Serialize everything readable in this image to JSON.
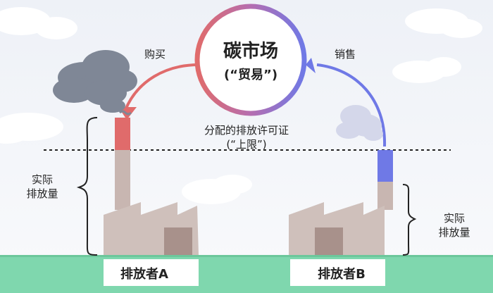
{
  "market": {
    "title": "碳市场",
    "subtitle": "(“贸易”)"
  },
  "arrows": {
    "buy": "购买",
    "sell": "销售"
  },
  "permit": {
    "line1": "分配的排放许可证",
    "line2": "(“上限”)"
  },
  "left_emissions": {
    "line1": "实际",
    "line2": "排放量"
  },
  "right_emissions": {
    "line1": "实际",
    "line2": "排放量"
  },
  "emitters": {
    "a": "排放者A",
    "b": "排放者B"
  },
  "colors": {
    "sky_top": "#EEF1F7",
    "sky_bottom": "#F8F9FB",
    "ground": "#7FD7AE",
    "factory": "#CFC0BB",
    "factory_dark": "#BDAAA4",
    "door": "#A8918B",
    "red_accent": "#E06B6B",
    "blue_accent": "#6F79E6",
    "smoke_dark": "#7F8796",
    "smoke_light": "#D4D7EA"
  }
}
